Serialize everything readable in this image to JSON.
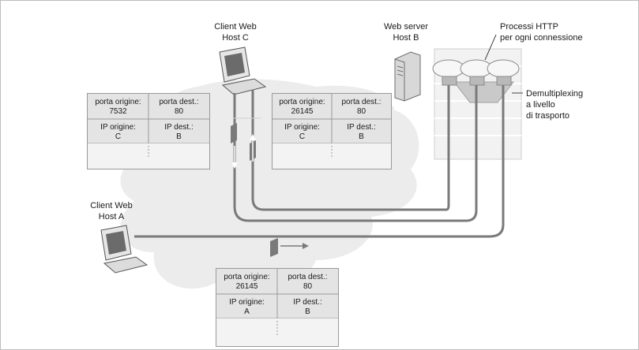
{
  "labels": {
    "client_c": "Client Web\nHost C",
    "client_a": "Client Web\nHost A",
    "server_b": "Web server\nHost B",
    "processes": "Processi HTTP\nper ogni connessione",
    "demux": "Demultiplexing\na livello\ndi trasporto"
  },
  "segments": [
    {
      "src_port_label": "porta origine:",
      "src_port": "7532",
      "dst_port_label": "porta dest.:",
      "dst_port": "80",
      "src_ip_label": "IP origine:",
      "src_ip": "C",
      "dst_ip_label": "IP dest.:",
      "dst_ip": "B"
    },
    {
      "src_port_label": "porta origine:",
      "src_port": "26145",
      "dst_port_label": "porta dest.:",
      "dst_port": "80",
      "src_ip_label": "IP origine:",
      "src_ip": "C",
      "dst_ip_label": "IP dest.:",
      "dst_ip": "B"
    },
    {
      "src_port_label": "porta origine:",
      "src_port": "26145",
      "dst_port_label": "porta dest.:",
      "dst_port": "80",
      "src_ip_label": "IP origine:",
      "src_ip": "A",
      "dst_ip_label": "IP dest.:",
      "dst_ip": "B"
    }
  ]
}
